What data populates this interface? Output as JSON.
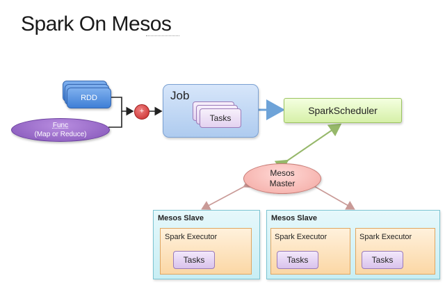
{
  "title": "Spark On Mesos",
  "rdd": {
    "label": "RDD"
  },
  "func": {
    "name": "Func",
    "detail": "(Map or Reduce)"
  },
  "combine": {
    "symbol": "+"
  },
  "job": {
    "label": "Job",
    "tasks_label": "Tasks"
  },
  "scheduler": {
    "label": "SparkScheduler"
  },
  "master": {
    "line1": "Mesos",
    "line2": "Master"
  },
  "slaves": [
    {
      "label": "Mesos Slave",
      "executors": [
        {
          "label": "Spark Executor",
          "tasks_label": "Tasks"
        }
      ]
    },
    {
      "label": "Mesos Slave",
      "executors": [
        {
          "label": "Spark Executor",
          "tasks_label": "Tasks"
        },
        {
          "label": "Spark Executor",
          "tasks_label": "Tasks"
        }
      ]
    }
  ],
  "colors": {
    "rdd": "#4a86dc",
    "func": "#9b6ccf",
    "combine": "#d84a4a",
    "job": "#bcd4f2",
    "scheduler": "#e2f4bc",
    "master": "#f6b8b2",
    "slave": "#d4f1f6",
    "executor": "#fce2bd",
    "tasks": "#e8d8f2"
  }
}
